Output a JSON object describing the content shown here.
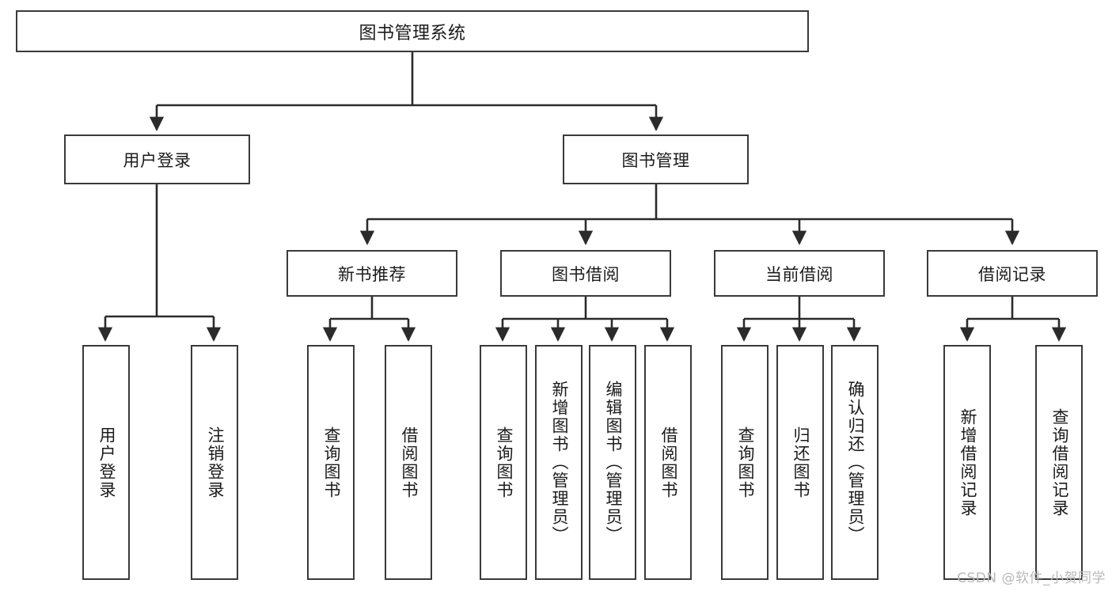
{
  "diagram": {
    "title": "图书管理系统",
    "watermark": "CSDN @软件_小贺同学",
    "colors": {
      "box_border": "#3a3a3a",
      "box_fill": "#ffffff",
      "edge": "#2b2b2b",
      "text": "#1b1b1b",
      "watermark": "#b9b9b9"
    },
    "root": {
      "label": "图书管理系统"
    },
    "level2": [
      {
        "label": "用户登录"
      },
      {
        "label": "图书管理"
      }
    ],
    "level3": [
      {
        "label": "新书推荐"
      },
      {
        "label": "图书借阅"
      },
      {
        "label": "当前借阅"
      },
      {
        "label": "借阅记录"
      }
    ],
    "leaves": [
      {
        "label": "用户登录",
        "parent": "用户登录"
      },
      {
        "label": "注销登录",
        "parent": "用户登录"
      },
      {
        "label": "查询图书",
        "parent": "新书推荐"
      },
      {
        "label": "借阅图书",
        "parent": "新书推荐"
      },
      {
        "label": "查询图书",
        "parent": "图书借阅"
      },
      {
        "label": "新增图书（管理员）",
        "parent": "图书借阅"
      },
      {
        "label": "编辑图书（管理员）",
        "parent": "图书借阅"
      },
      {
        "label": "借阅图书",
        "parent": "图书借阅"
      },
      {
        "label": "查询图书",
        "parent": "当前借阅"
      },
      {
        "label": "归还图书",
        "parent": "当前借阅"
      },
      {
        "label": "确认归还（管理员）",
        "parent": "当前借阅"
      },
      {
        "label": "新增借阅记录",
        "parent": "借阅记录"
      },
      {
        "label": "查询借阅记录",
        "parent": "借阅记录"
      }
    ]
  }
}
